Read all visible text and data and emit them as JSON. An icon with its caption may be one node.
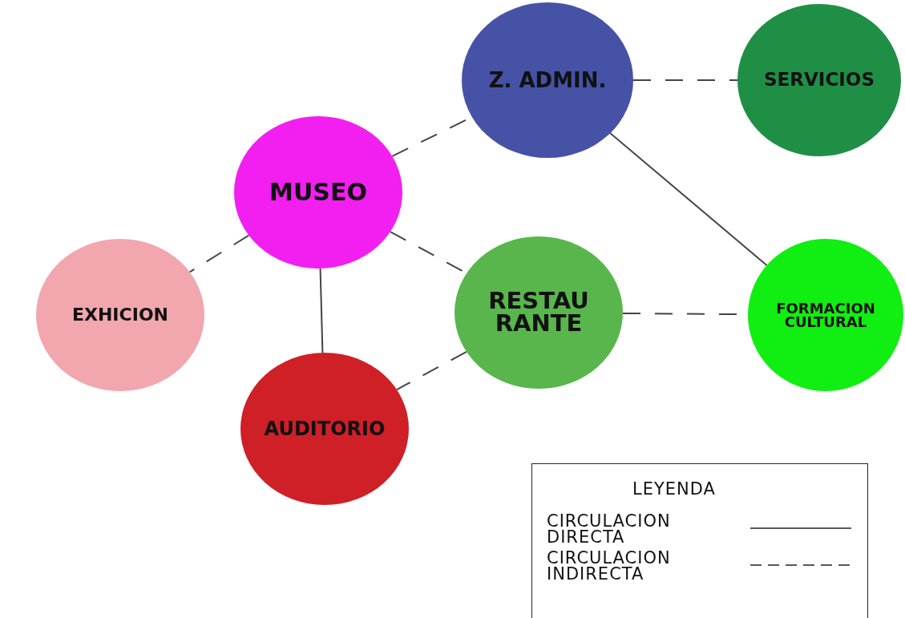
{
  "diagram": {
    "nodes": [
      {
        "text": [
          "Z. ADMIN."
        ]
      },
      {
        "text": [
          "SERVICIOS"
        ]
      },
      {
        "text": [
          "MUSEO"
        ]
      },
      {
        "text": [
          "EXHICION"
        ]
      },
      {
        "text": [
          "RESTAU RANTE"
        ]
      },
      {
        "text": [
          "FORMACION CULTURAL"
        ]
      },
      {
        "text": [
          "AUDITORIO"
        ]
      }
    ],
    "edges": [
      {
        "from": 2,
        "to": 0,
        "arrow": "none",
        "style": "dashed"
      },
      {
        "from": 0,
        "to": 1,
        "arrow": "none",
        "style": "dashed"
      },
      {
        "from": 0,
        "to": 5,
        "arrow": "none"
      },
      {
        "from": 2,
        "to": 3,
        "arrow": "none",
        "style": "dashed"
      },
      {
        "from": 2,
        "to": 6,
        "arrow": "none"
      },
      {
        "from": 2,
        "to": 4,
        "arrow": "none",
        "style": "dashed"
      },
      {
        "from": 4,
        "to": 6,
        "arrow": "none",
        "style": "dashed"
      },
      {
        "from": 4,
        "to": 5,
        "arrow": "none",
        "style": "dashed"
      }
    ],
    "labels": [
      "LEYENDA"
    ],
    "legend": [
      {
        "text": "CIRCULACION DIRECTA"
      },
      {
        "text": "CIRCULACION INDIRECTA"
      }
    ]
  }
}
